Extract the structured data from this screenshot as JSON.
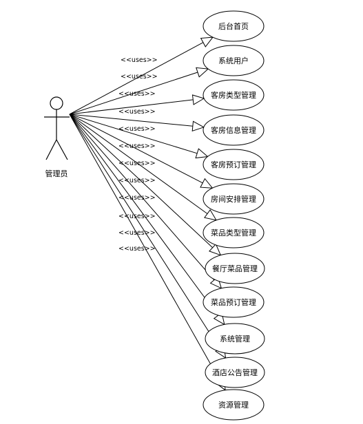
{
  "actor": {
    "name": "管理员",
    "icon": "stick-figure-icon"
  },
  "relation_label": "<<uses>>",
  "use_cases": [
    {
      "label": "后台首页"
    },
    {
      "label": "系统用户"
    },
    {
      "label": "客房类型管理"
    },
    {
      "label": "客房信息管理"
    },
    {
      "label": "客房预订管理"
    },
    {
      "label": "房间安排管理"
    },
    {
      "label": "菜品类型管理"
    },
    {
      "label": "餐厅菜品管理"
    },
    {
      "label": "菜品预订管理"
    },
    {
      "label": "系统管理"
    },
    {
      "label": "酒店公告管理"
    },
    {
      "label": "资源管理"
    }
  ]
}
